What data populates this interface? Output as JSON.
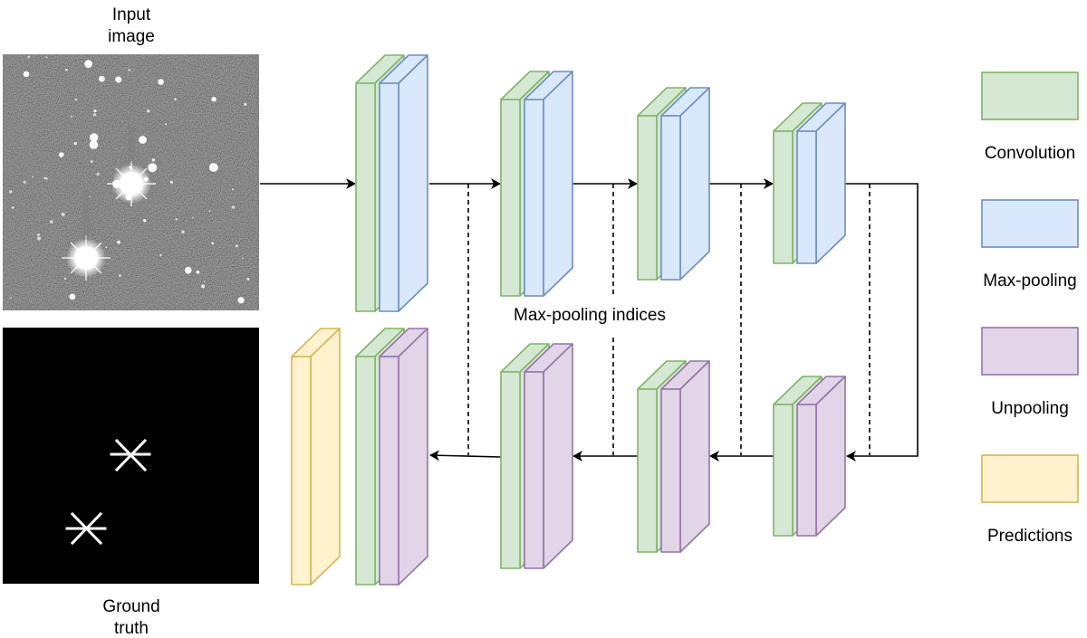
{
  "labels": {
    "input_image": [
      "Input",
      "image"
    ],
    "ground_truth": [
      "Ground",
      "truth"
    ],
    "skip_connections": "Max-pooling indices"
  },
  "legend": [
    {
      "key": "convolution",
      "label": "Convolution",
      "fill": "#d5e8d4",
      "stroke": "#82b366"
    },
    {
      "key": "max_pooling",
      "label": "Max-pooling",
      "fill": "#dae8fc",
      "stroke": "#6c8ebf"
    },
    {
      "key": "unpooling",
      "label": "Unpooling",
      "fill": "#e1d5e7",
      "stroke": "#9673a6"
    },
    {
      "key": "predictions",
      "label": "Predictions",
      "fill": "#fff2cc",
      "stroke": "#d6b656"
    }
  ],
  "architecture": {
    "encoder": [
      {
        "stage": 1,
        "layers": [
          "convolution",
          "max_pooling"
        ]
      },
      {
        "stage": 2,
        "layers": [
          "convolution",
          "max_pooling"
        ]
      },
      {
        "stage": 3,
        "layers": [
          "convolution",
          "max_pooling"
        ]
      },
      {
        "stage": 4,
        "layers": [
          "convolution",
          "max_pooling"
        ]
      }
    ],
    "decoder": [
      {
        "stage": 4,
        "layers": [
          "convolution",
          "unpooling"
        ]
      },
      {
        "stage": 3,
        "layers": [
          "convolution",
          "unpooling"
        ]
      },
      {
        "stage": 2,
        "layers": [
          "convolution",
          "unpooling"
        ]
      },
      {
        "stage": 1,
        "layers": [
          "convolution",
          "unpooling"
        ]
      }
    ],
    "output": {
      "layers": [
        "predictions"
      ]
    }
  },
  "ground_truth_markers": 2
}
